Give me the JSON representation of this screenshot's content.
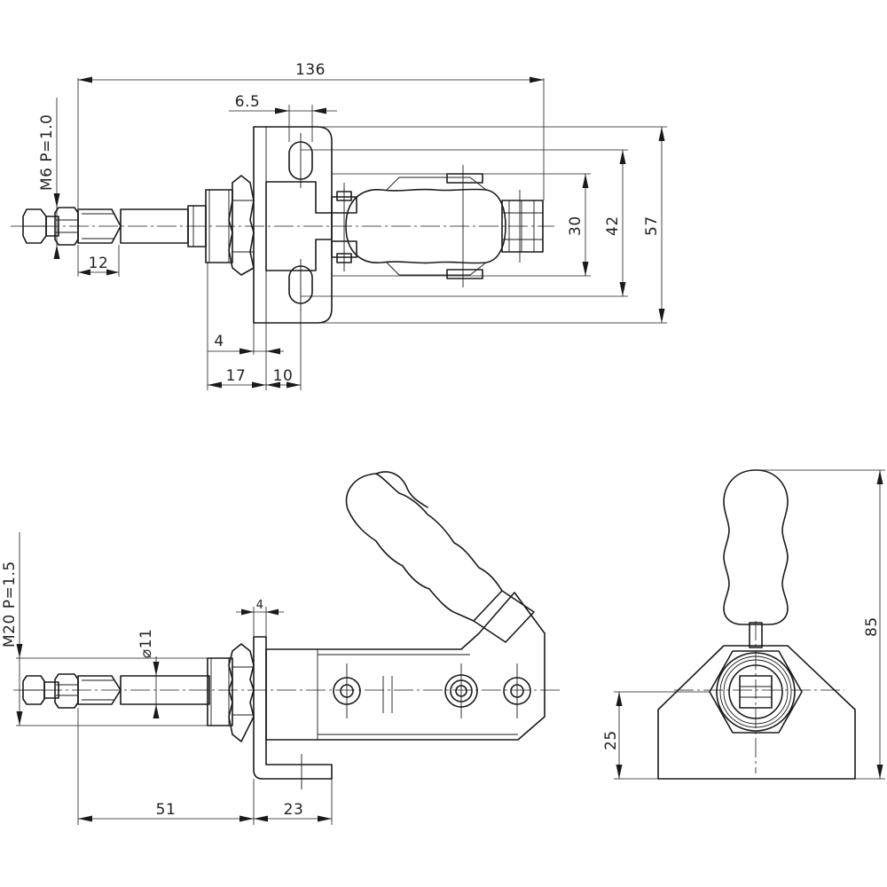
{
  "top_view": {
    "dim_total_length": "136",
    "dim_slot_width": "6.5",
    "dim_thread_spec": "M6  P=1.0",
    "dim_thread_length": "12",
    "dim_plate_thickness": "4",
    "dim_nut_to_plate": "17",
    "dim_plate_to_hole": "10",
    "dim_hole_spacing": "30",
    "dim_slot_spacing": "42",
    "dim_plate_height": "57"
  },
  "side_view": {
    "dim_plate_thickness": "4",
    "dim_diameter": "⌀11",
    "dim_thread_spec": "M20  P=1.5",
    "dim_stroke": "51",
    "dim_base": "23"
  },
  "end_view": {
    "dim_total_height": "85",
    "dim_axis_height": "25"
  }
}
